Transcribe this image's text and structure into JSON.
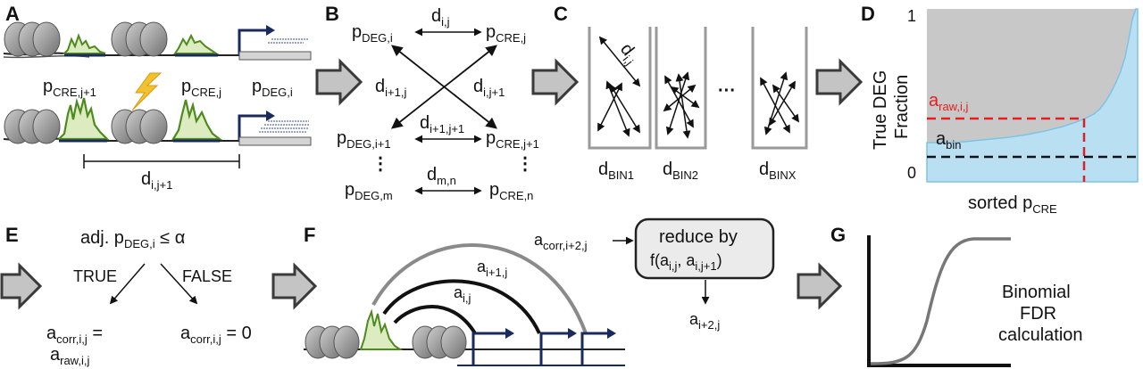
{
  "panels": {
    "A": "A",
    "B": "B",
    "C": "C",
    "D": "D",
    "E": "E",
    "F": "F",
    "G": "G"
  },
  "panelA": {
    "p_cre_j1": {
      "base": "p",
      "sub": "CRE,j+1"
    },
    "p_cre_j": {
      "base": "p",
      "sub": "CRE,j"
    },
    "p_deg_i": {
      "base": "p",
      "sub": "DEG,i"
    },
    "dist": {
      "base": "d",
      "sub": "i,j+1"
    }
  },
  "panelB": {
    "p_deg_i": {
      "base": "p",
      "sub": "DEG,i"
    },
    "p_cre_j": {
      "base": "p",
      "sub": "CRE,j"
    },
    "d_ij": {
      "base": "d",
      "sub": "i,j"
    },
    "d_i1j": {
      "base": "d",
      "sub": "i+1,j"
    },
    "d_ij1": {
      "base": "d",
      "sub": "i,j+1"
    },
    "p_deg_i1": {
      "base": "p",
      "sub": "DEG,i+1"
    },
    "d_i1j1": {
      "base": "d",
      "sub": "i+1,j+1"
    },
    "p_cre_j1": {
      "base": "p",
      "sub": "CRE,j+1"
    },
    "d_mn": {
      "base": "d",
      "sub": "m,n"
    },
    "p_deg_m": {
      "base": "p",
      "sub": "DEG,m"
    },
    "p_cre_n": {
      "base": "p",
      "sub": "CRE,n"
    },
    "dots": "⋮"
  },
  "panelC": {
    "d_ij": {
      "base": "d",
      "sub": "i,j"
    },
    "bin1": {
      "base": "d",
      "sub": "BIN1"
    },
    "bin2": {
      "base": "d",
      "sub": "BIN2"
    },
    "binx": {
      "base": "d",
      "sub": "BINX"
    },
    "ellipsis": "···"
  },
  "panelD": {
    "y_top": "1",
    "y_bottom": "0",
    "ylabel_line1": "True DEG",
    "ylabel_line2": "Fraction",
    "a_raw": {
      "base": "a",
      "sub": "raw,i,j"
    },
    "a_bin": {
      "base": "a",
      "sub": "bin"
    },
    "xlabel": {
      "base": "sorted p",
      "sub": "CRE"
    },
    "colors": {
      "fill_above": "#c8c8c8",
      "fill_below": "#b9dff2",
      "curve": "#7ec3e6",
      "raw_line": "#e02020",
      "bin_line": "#111111"
    }
  },
  "panelE": {
    "condition": {
      "base": "adj. p",
      "sub": "DEG,i",
      "tail": " ≤ α"
    },
    "true_label": "TRUE",
    "false_label": "FALSE",
    "true_result_line1": {
      "base": "a",
      "sub": "corr,i,j",
      "tail": " ="
    },
    "true_result_line2": {
      "base": "a",
      "sub": "raw,i,j"
    },
    "false_result": {
      "base": "a",
      "sub": "corr,i,j",
      "tail": " = 0"
    }
  },
  "panelF": {
    "a_corr": {
      "base": "a",
      "sub": "corr,i+2,j"
    },
    "box_line1": "reduce by",
    "box_line2": {
      "pre": "f(a",
      "s1": "i,j",
      "mid": ", a",
      "s2": "i,j+1",
      "post": ")"
    },
    "a_i1j": {
      "base": "a",
      "sub": "i+1,j"
    },
    "a_ij": {
      "base": "a",
      "sub": "i,j"
    },
    "a_i2j": {
      "base": "a",
      "sub": "i+2,j"
    }
  },
  "panelG": {
    "line1": "Binomial",
    "line2": "FDR",
    "line3": "calculation"
  },
  "colors": {
    "peak_fill": "#dcecc0",
    "peak_stroke": "#4e8a1e",
    "nucleosome": "#9a9a9a",
    "gene_arrow": "#1b2a5c",
    "big_arrow_fill": "#c4c4c4",
    "big_arrow_stroke": "#3a3a3a"
  }
}
